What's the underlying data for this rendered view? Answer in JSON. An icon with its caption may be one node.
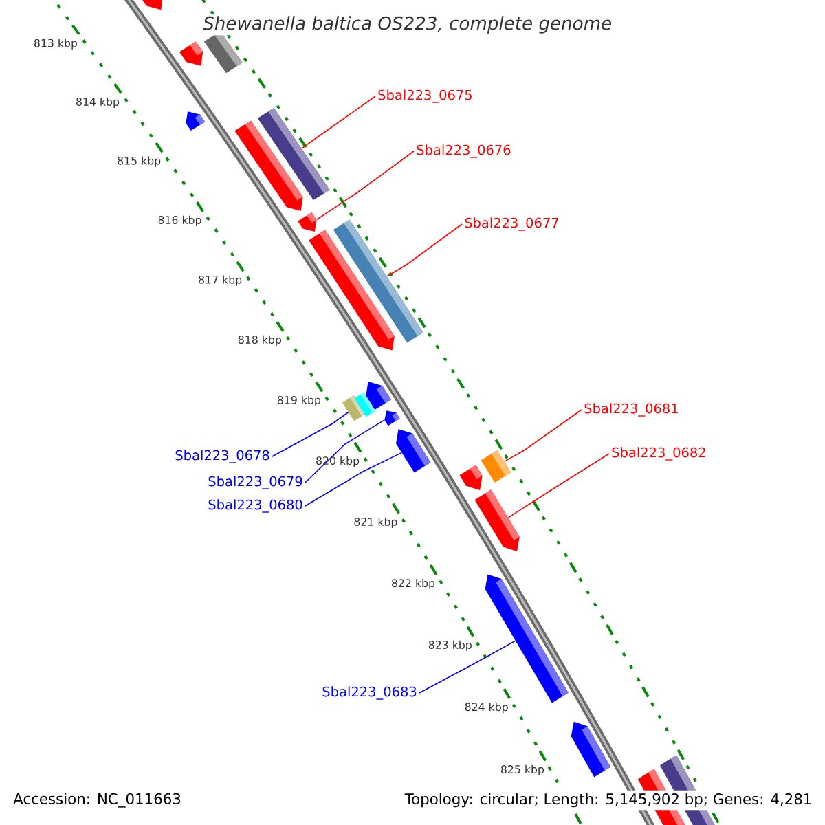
{
  "diagram": {
    "title": "Shewanella baltica OS223, complete genome",
    "nodes": [
      {
        "text": [
          "Sbal223_0675"
        ]
      },
      {
        "text": [
          "Sbal223_0676"
        ]
      },
      {
        "text": [
          "Sbal223_0677"
        ]
      },
      {
        "text": [
          "Sbal223_0681"
        ]
      },
      {
        "text": [
          "Sbal223_0682"
        ]
      },
      {
        "text": [
          "Sbal223_0678"
        ]
      },
      {
        "text": [
          "Sbal223_0679"
        ]
      },
      {
        "text": [
          "Sbal223_0680"
        ]
      },
      {
        "text": [
          "Sbal223_0683"
        ]
      },
      {
        "text": [],
        "shape": "bar"
      },
      {
        "text": [],
        "shape": "bar"
      },
      {
        "text": [],
        "shape": "bar"
      },
      {
        "text": [],
        "shape": "bar"
      },
      {
        "text": [],
        "shape": "bar"
      },
      {
        "text": [],
        "shape": "bar"
      },
      {
        "text": [],
        "shape": "bar"
      },
      {
        "text": [],
        "shape": "bar"
      },
      {
        "text": [],
        "shape": "bar"
      },
      {
        "text": [],
        "shape": "bar"
      },
      {
        "text": [],
        "shape": "bar"
      },
      {
        "text": [],
        "shape": "bar"
      },
      {
        "text": [],
        "shape": "bar"
      },
      {
        "text": [],
        "shape": "bar"
      },
      {
        "text": [],
        "shape": "bar"
      },
      {
        "text": [],
        "shape": "bar"
      },
      {
        "text": [],
        "shape": "bar"
      },
      {
        "text": [],
        "shape": "bar"
      },
      {
        "text": [],
        "shape": "bar"
      },
      {
        "text": [],
        "shape": "bar"
      },
      {
        "text": [],
        "shape": "bar"
      }
    ],
    "edges": [
      {
        "from": 0,
        "to": 13,
        "arrow": "none"
      },
      {
        "from": 1,
        "to": 15,
        "arrow": "none"
      },
      {
        "from": 2,
        "to": 17,
        "arrow": "none"
      },
      {
        "from": 3,
        "to": 23,
        "arrow": "none"
      },
      {
        "from": 4,
        "to": 25,
        "arrow": "none"
      },
      {
        "from": 5,
        "to": 19,
        "arrow": "none",
        "color": "#0000ff"
      },
      {
        "from": 6,
        "to": 21,
        "arrow": "none",
        "color": "#0000ff"
      },
      {
        "from": 7,
        "to": 22,
        "arrow": "none",
        "color": "#0000ff"
      },
      {
        "from": 8,
        "to": 26,
        "arrow": "none",
        "color": "#0000ff"
      }
    ],
    "labels": [
      "813 kbp",
      "814 kbp",
      "815 kbp",
      "816 kbp",
      "817 kbp",
      "818 kbp",
      "819 kbp",
      "820 kbp",
      "821 kbp",
      "822 kbp",
      "823 kbp",
      "824 kbp",
      "825 kbp",
      "Accession: NC_011663",
      "Topology: circular; Length: 5,145,902 bp; Genes: 4,281"
    ]
  }
}
